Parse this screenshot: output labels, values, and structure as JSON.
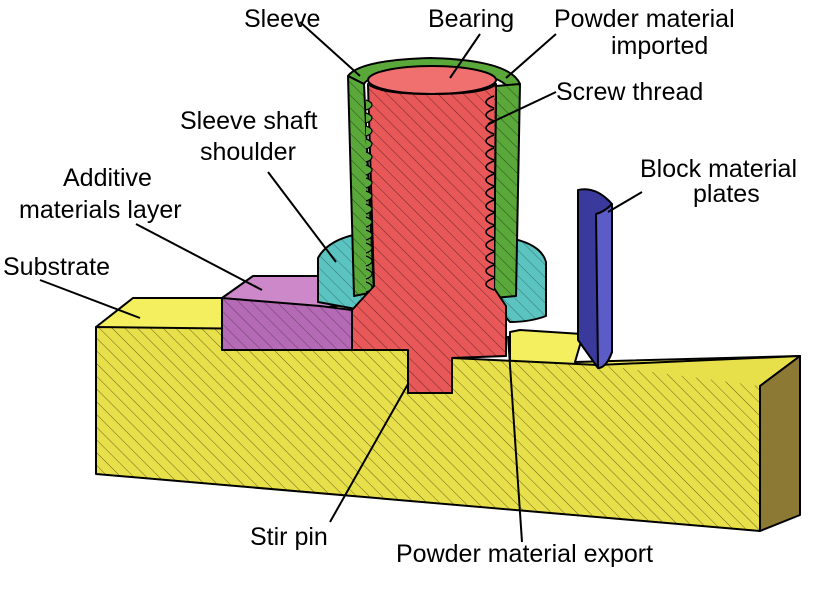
{
  "labels": {
    "sleeve": "Sleeve",
    "bearing": "Bearing",
    "powder_in_line1": "Powder material",
    "powder_in_line2": "imported",
    "screw_thread": "Screw thread",
    "shoulder_line1": "Sleeve shaft",
    "shoulder_line2": "shoulder",
    "additive_line1": "Additive",
    "additive_line2": "materials layer",
    "substrate": "Substrate",
    "block_line1": "Block material",
    "block_line2": "plates",
    "stir_pin": "Stir pin",
    "powder_out": "Powder material export"
  },
  "colors": {
    "substrate": "#e8e04a",
    "substrate_top": "#f3ef5e",
    "substrate_side": "#8c7a34",
    "additive": "#b46ab4",
    "additive_top": "#cc88c8",
    "shoulder": "#5cc4c0",
    "sleeve": "#5aa83a",
    "bearing": "#e85858",
    "bearing_top": "#f07070",
    "plate": "#3a3a9c",
    "plate_edge": "#5c5cc8"
  }
}
